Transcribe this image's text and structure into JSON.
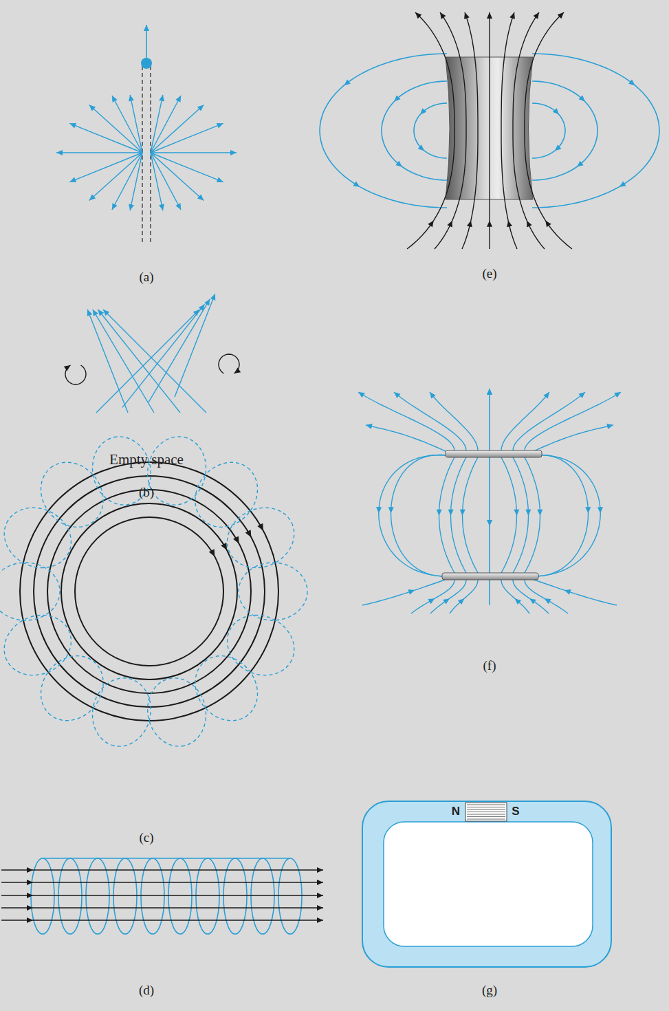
{
  "diagram": {
    "labels": [
      "(a)",
      "Empty space",
      "(b)",
      "(c)",
      "(d)",
      "(e)",
      "(f)",
      "(g)",
      "N",
      "S"
    ]
  }
}
